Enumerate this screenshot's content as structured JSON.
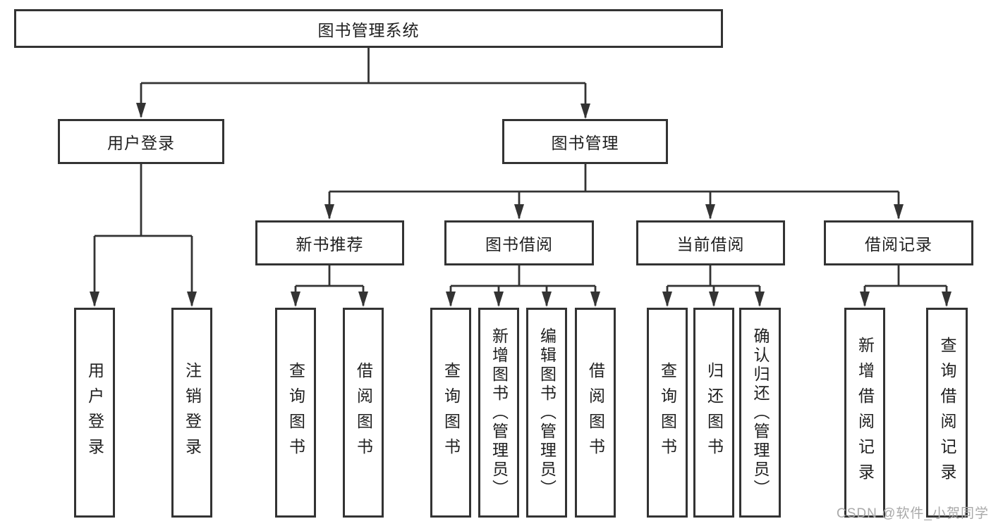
{
  "diagram_type": "hierarchy-tree",
  "tree": {
    "root": {
      "label": "图书管理系统",
      "children": [
        {
          "label": "用户登录",
          "children": [
            {
              "label": "用户登录"
            },
            {
              "label": "注销登录"
            }
          ]
        },
        {
          "label": "图书管理",
          "children": [
            {
              "label": "新书推荐",
              "children": [
                {
                  "label": "查询图书"
                },
                {
                  "label": "借阅图书"
                }
              ]
            },
            {
              "label": "图书借阅",
              "children": [
                {
                  "label": "查询图书"
                },
                {
                  "label": "新增图书（管理员）"
                },
                {
                  "label": "编辑图书（管理员）"
                },
                {
                  "label": "借阅图书"
                }
              ]
            },
            {
              "label": "当前借阅",
              "children": [
                {
                  "label": "查询图书"
                },
                {
                  "label": "归还图书"
                },
                {
                  "label": "确认归还（管理员）"
                }
              ]
            },
            {
              "label": "借阅记录",
              "children": [
                {
                  "label": "新增借阅记录"
                },
                {
                  "label": "查询借阅记录"
                }
              ]
            }
          ]
        }
      ]
    }
  },
  "watermark": {
    "text": "CSDN @软件_小贺同学"
  },
  "colors": {
    "line": "#333333",
    "box_border": "#333333",
    "text": "#1f1f1f",
    "watermark": "#a9a9a9",
    "background": "#ffffff"
  }
}
